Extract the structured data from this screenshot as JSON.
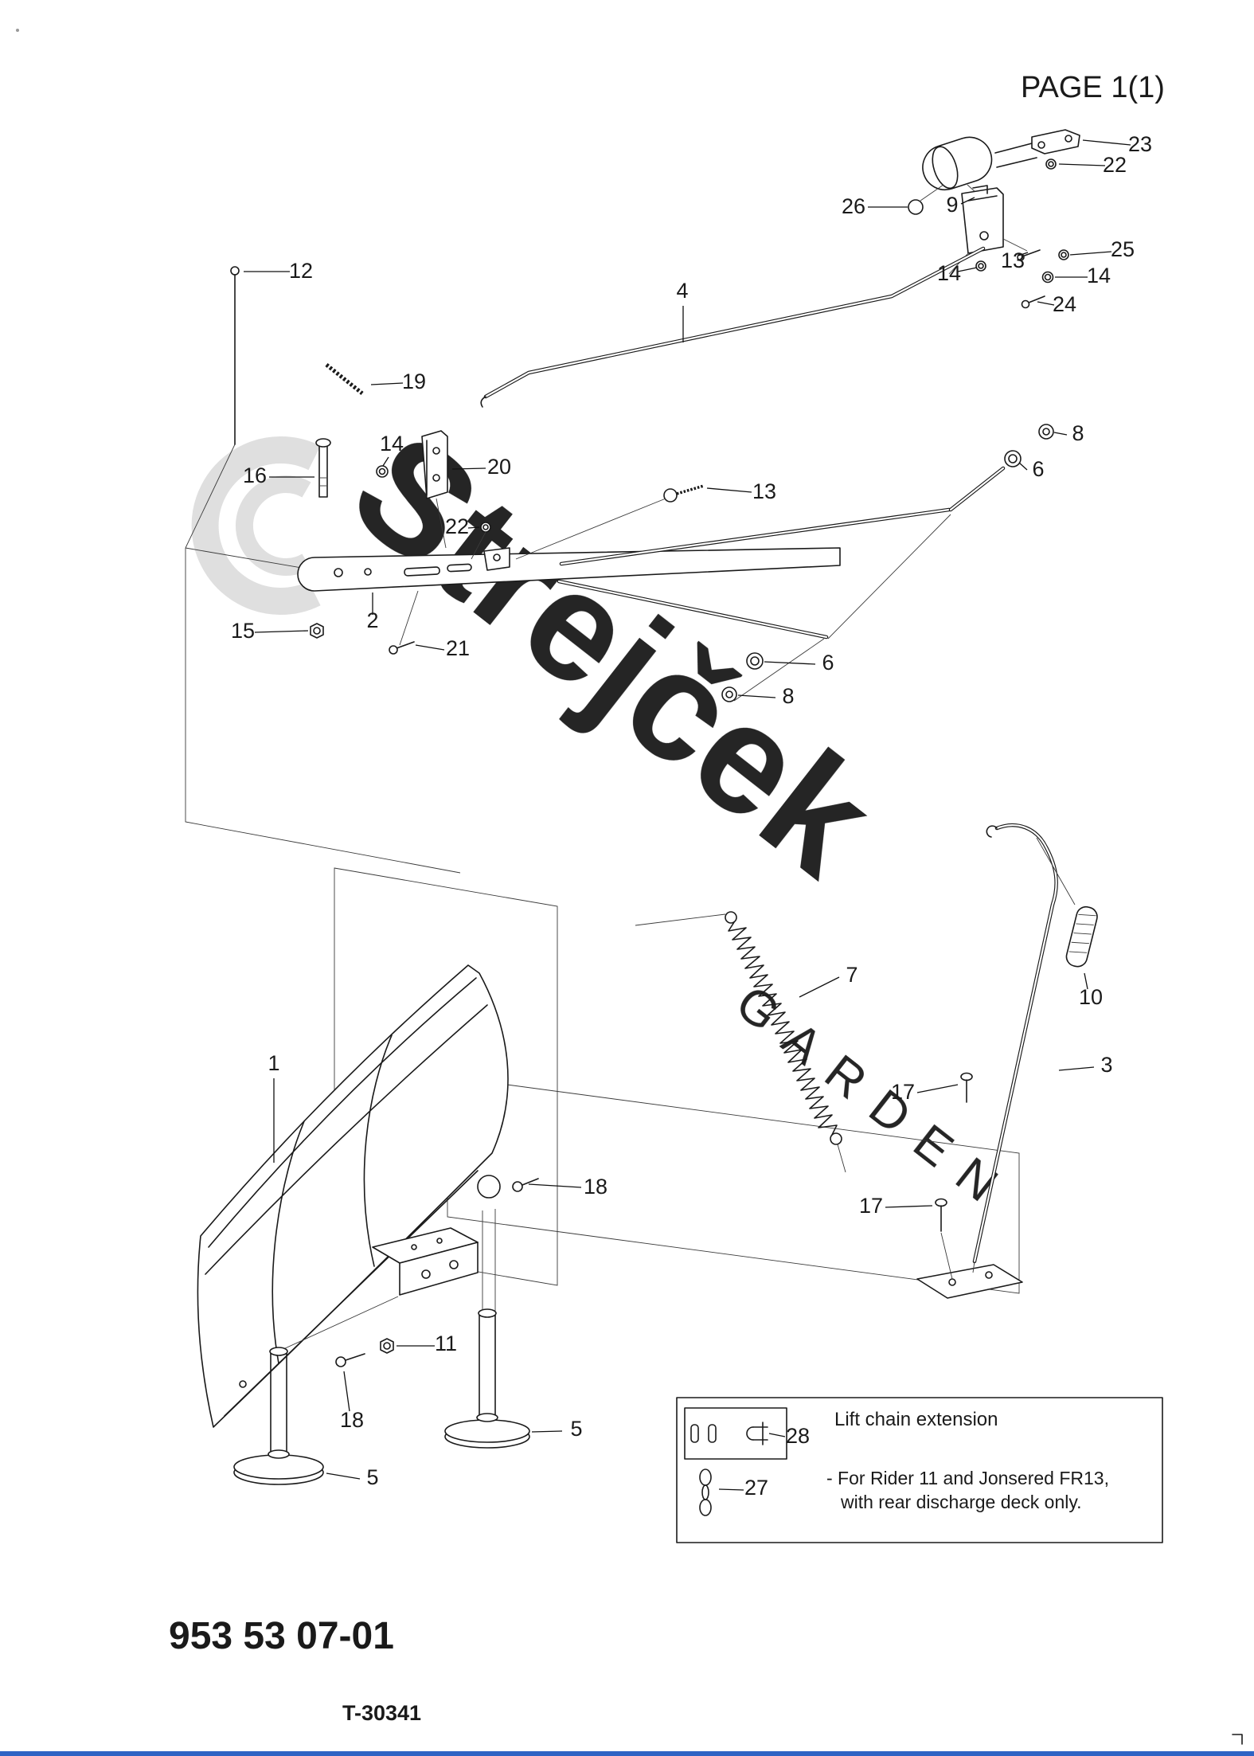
{
  "page": {
    "title": "PAGE 1(1)",
    "part_number": "953 53 07-01",
    "drawing_code": "T-30341"
  },
  "watermark": {
    "brand": "Strejček",
    "sub": "GARDEN"
  },
  "note_box": {
    "title": "Lift chain extension",
    "line1": "- For Rider 11 and  Jonsered FR13,",
    "line2": "with rear discharge deck only."
  },
  "colors": {
    "footer_bar": "#2e63c4",
    "watermark": "#dedede",
    "ink": "#1a1a1a"
  },
  "callouts": [
    "23",
    "22",
    "26",
    "9",
    "25",
    "13",
    "14",
    "14",
    "24",
    "12",
    "4",
    "19",
    "14",
    "20",
    "16",
    "13",
    "22",
    "8",
    "6",
    "2",
    "15",
    "21",
    "6",
    "8",
    "7",
    "10",
    "3",
    "1",
    "17",
    "18",
    "17",
    "11",
    "18",
    "5",
    "5",
    "28",
    "27"
  ]
}
